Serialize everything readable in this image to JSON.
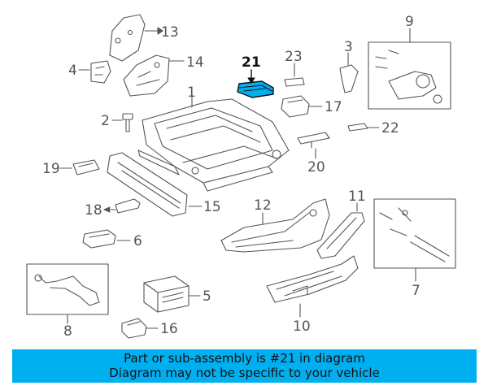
{
  "diagram": {
    "callouts": [
      "1",
      "2",
      "3",
      "4",
      "5",
      "6",
      "7",
      "8",
      "9",
      "10",
      "11",
      "12",
      "13",
      "14",
      "15",
      "16",
      "17",
      "18",
      "19",
      "20",
      "21",
      "22",
      "23"
    ],
    "highlighted_part": "21",
    "highlight_color": "#00aff0",
    "line_color": "#555555"
  },
  "banner": {
    "line1": "Part or sub-assembly is #21 in diagram",
    "line2": "Diagram may not be specific to your vehicle",
    "background": "#00aff0"
  }
}
